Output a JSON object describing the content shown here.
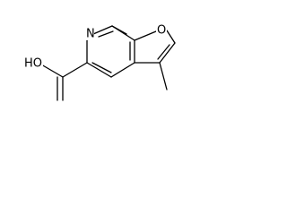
{
  "molecule": {
    "atoms": {
      "nitrogen": "N",
      "oxygen": "O",
      "hydroxyl": "HO"
    }
  }
}
